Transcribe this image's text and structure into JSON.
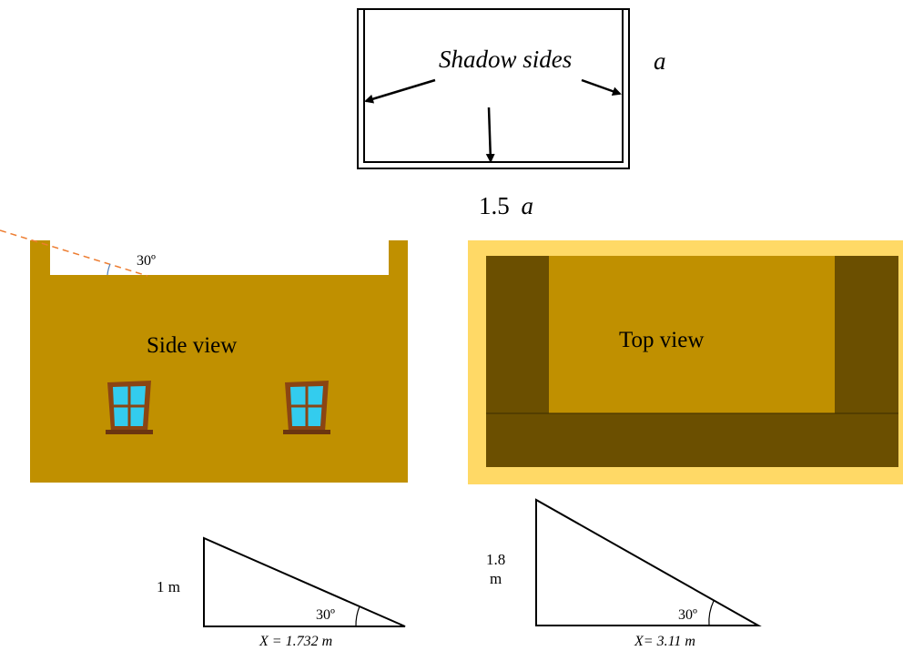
{
  "top_diagram": {
    "shadow_label": "Shadow sides",
    "side_label": "a",
    "bottom_label": "1.5 a",
    "bottom_factor": "1.5",
    "bottom_var": "a"
  },
  "side_view": {
    "title": "Side view",
    "angle_label": "30º",
    "wall_color": "#c09000",
    "ray_color": "#ed7d31",
    "window_frame_color": "#8b4513",
    "window_glass_color": "#33ccee"
  },
  "top_view": {
    "title": "Top view",
    "border_color": "#ffd966",
    "roof_color": "#c09000",
    "shadow_color": "#6b4f00"
  },
  "triangle_left": {
    "height_label": "1 m",
    "angle_label": "30º",
    "base_label": "X = 1.732 m"
  },
  "triangle_right": {
    "height_label_line1": "1.8",
    "height_label_line2": "m",
    "angle_label": "30º",
    "base_label": "X= 3.11 m"
  }
}
